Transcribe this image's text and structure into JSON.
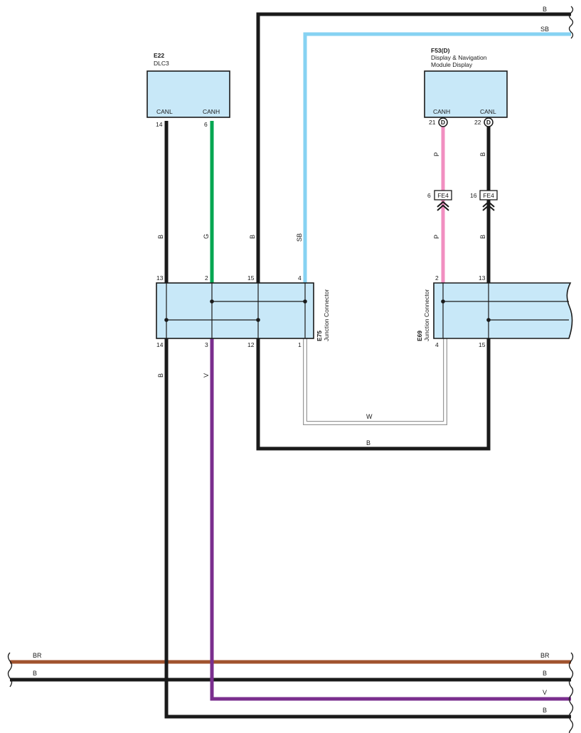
{
  "components": {
    "e22": {
      "code": "E22",
      "name": "DLC3",
      "pin_left": "CANL",
      "pin_right": "CANH",
      "pin_left_no": "14",
      "pin_right_no": "6"
    },
    "f53": {
      "code": "F53(D)",
      "name_line1": "Display & Navigation",
      "name_line2": "Module Display",
      "pin_left": "CANH",
      "pin_right": "CANL",
      "pin_left_no": "21",
      "pin_right_no": "22",
      "pin_mark": "D"
    },
    "fe4_left": {
      "label": "FE4",
      "pin": "6"
    },
    "fe4_right": {
      "label": "FE4",
      "pin": "16"
    },
    "e75": {
      "code": "E75",
      "name": "Junction Connector",
      "top_pins": [
        "13",
        "2",
        "15",
        "4"
      ],
      "bottom_pins": [
        "14",
        "3",
        "12",
        "1"
      ]
    },
    "e69": {
      "code": "E69",
      "name": "Junction Connector",
      "top_pins": [
        "2",
        "13"
      ],
      "bottom_pins": [
        "4",
        "15"
      ]
    }
  },
  "wires": {
    "top_b": "B",
    "top_sb": "SB",
    "e22_canl": "B",
    "e22_canh": "G",
    "e75_15": "B",
    "e75_4": "SB",
    "f53_canh_upper": "P",
    "f53_canh_lower": "P",
    "f53_canl_upper": "B",
    "f53_canl_lower": "B",
    "loop_w": "W",
    "loop_b": "B",
    "e75_14": "B",
    "e75_3": "V",
    "bus_br_left": "BR",
    "bus_br_right": "BR",
    "bus_b_left": "B",
    "bus_b_right": "B",
    "bus_v_right": "V",
    "bus_b2_right": "B"
  },
  "colors": {
    "B": "#1a1a1a",
    "SB": "#86d2f2",
    "G": "#00a651",
    "P": "#f18fc1",
    "V": "#7a2e8e",
    "BR": "#a0522d",
    "W": "#999999",
    "connector_fill": "#c8e8f8"
  }
}
